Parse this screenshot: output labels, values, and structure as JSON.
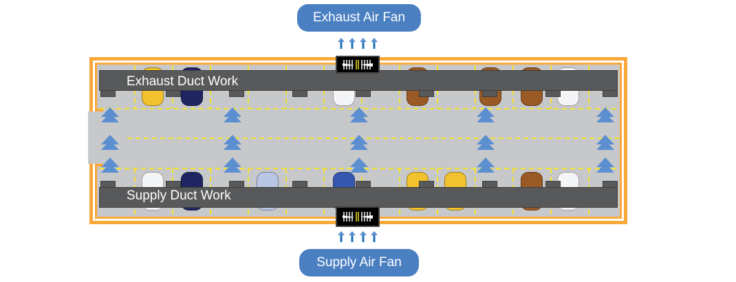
{
  "labels": {
    "exhaust_fan": "Exhaust Air Fan",
    "supply_fan": "Supply Air Fan",
    "exhaust_duct": "Exhaust Duct Work",
    "supply_duct": "Supply Duct Work"
  },
  "icons": {
    "airflow_arrow": "up-arrow-icon",
    "flow_direction": "double-chevron-up-icon",
    "fan_grille": "fan-grille-icon"
  },
  "colors": {
    "fan_label_bg": "#4a7fc1",
    "duct": "#58595b",
    "wall": "#f9a93a",
    "floor": "#c7c8ca",
    "lane_marking": "#f5e42a",
    "flow_arrow": "#5b8fd0",
    "fan_arrow": "#1f6fb5"
  },
  "cars_top": [
    "yellow",
    "navy",
    "empty",
    "empty",
    "white",
    "empty",
    "brown",
    "empty",
    "brown",
    "brown",
    "white"
  ],
  "cars_bottom": [
    "white",
    "navy",
    "empty",
    "lightblue",
    "blue",
    "empty",
    "yellow",
    "yellow",
    "empty",
    "brown",
    "white"
  ],
  "car_colors": {
    "yellow": "#f2c12e",
    "navy": "#1e2560",
    "white": "#f4f5f7",
    "brown": "#9a5a26",
    "lightblue": "#b9c6e4",
    "blue": "#3557b0"
  }
}
